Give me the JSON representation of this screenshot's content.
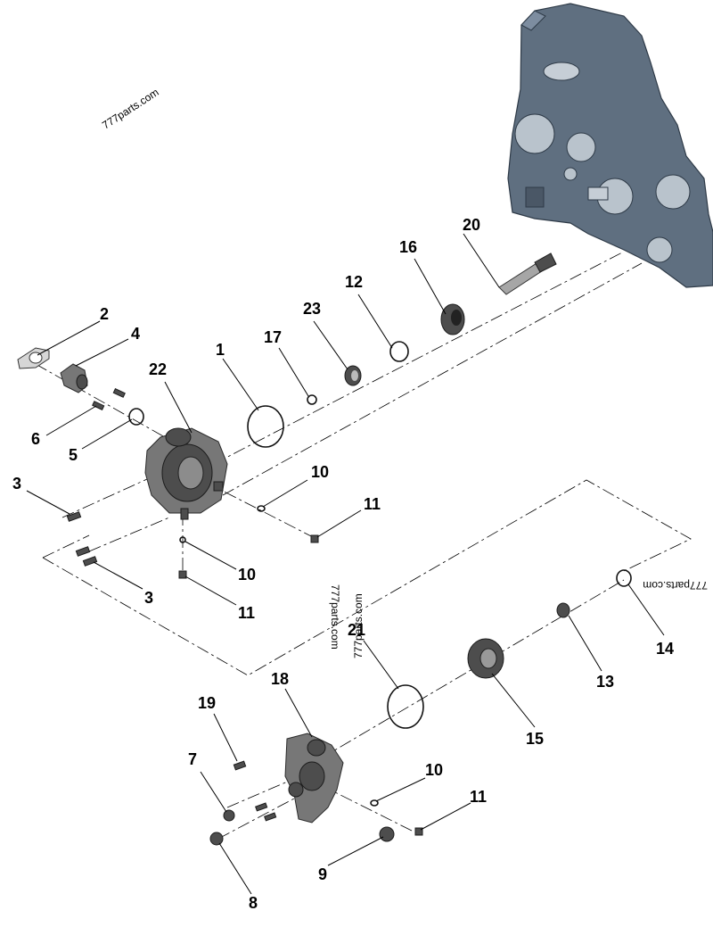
{
  "watermarks": {
    "top_left": "777parts.com",
    "center": "777parts.com",
    "right_mirrored": "777parts.com",
    "center_overlap": "777parts.com"
  },
  "callouts": {
    "c1": "1",
    "c2": "2",
    "c3a": "3",
    "c3b": "3",
    "c4": "4",
    "c5": "5",
    "c6": "6",
    "c7": "7",
    "c8": "8",
    "c9": "9",
    "c10a": "10",
    "c10b": "10",
    "c10c": "10",
    "c11a": "11",
    "c11b": "11",
    "c11c": "11",
    "c12": "12",
    "c13": "13",
    "c14": "14",
    "c15": "15",
    "c16": "16",
    "c17": "17",
    "c18": "18",
    "c19": "19",
    "c20": "20",
    "c21": "21",
    "c22": "22",
    "c23": "23"
  },
  "colors": {
    "background": "#ffffff",
    "lines": "#000000",
    "cover": "#5f6f80",
    "parts": "#4d4d4d"
  }
}
